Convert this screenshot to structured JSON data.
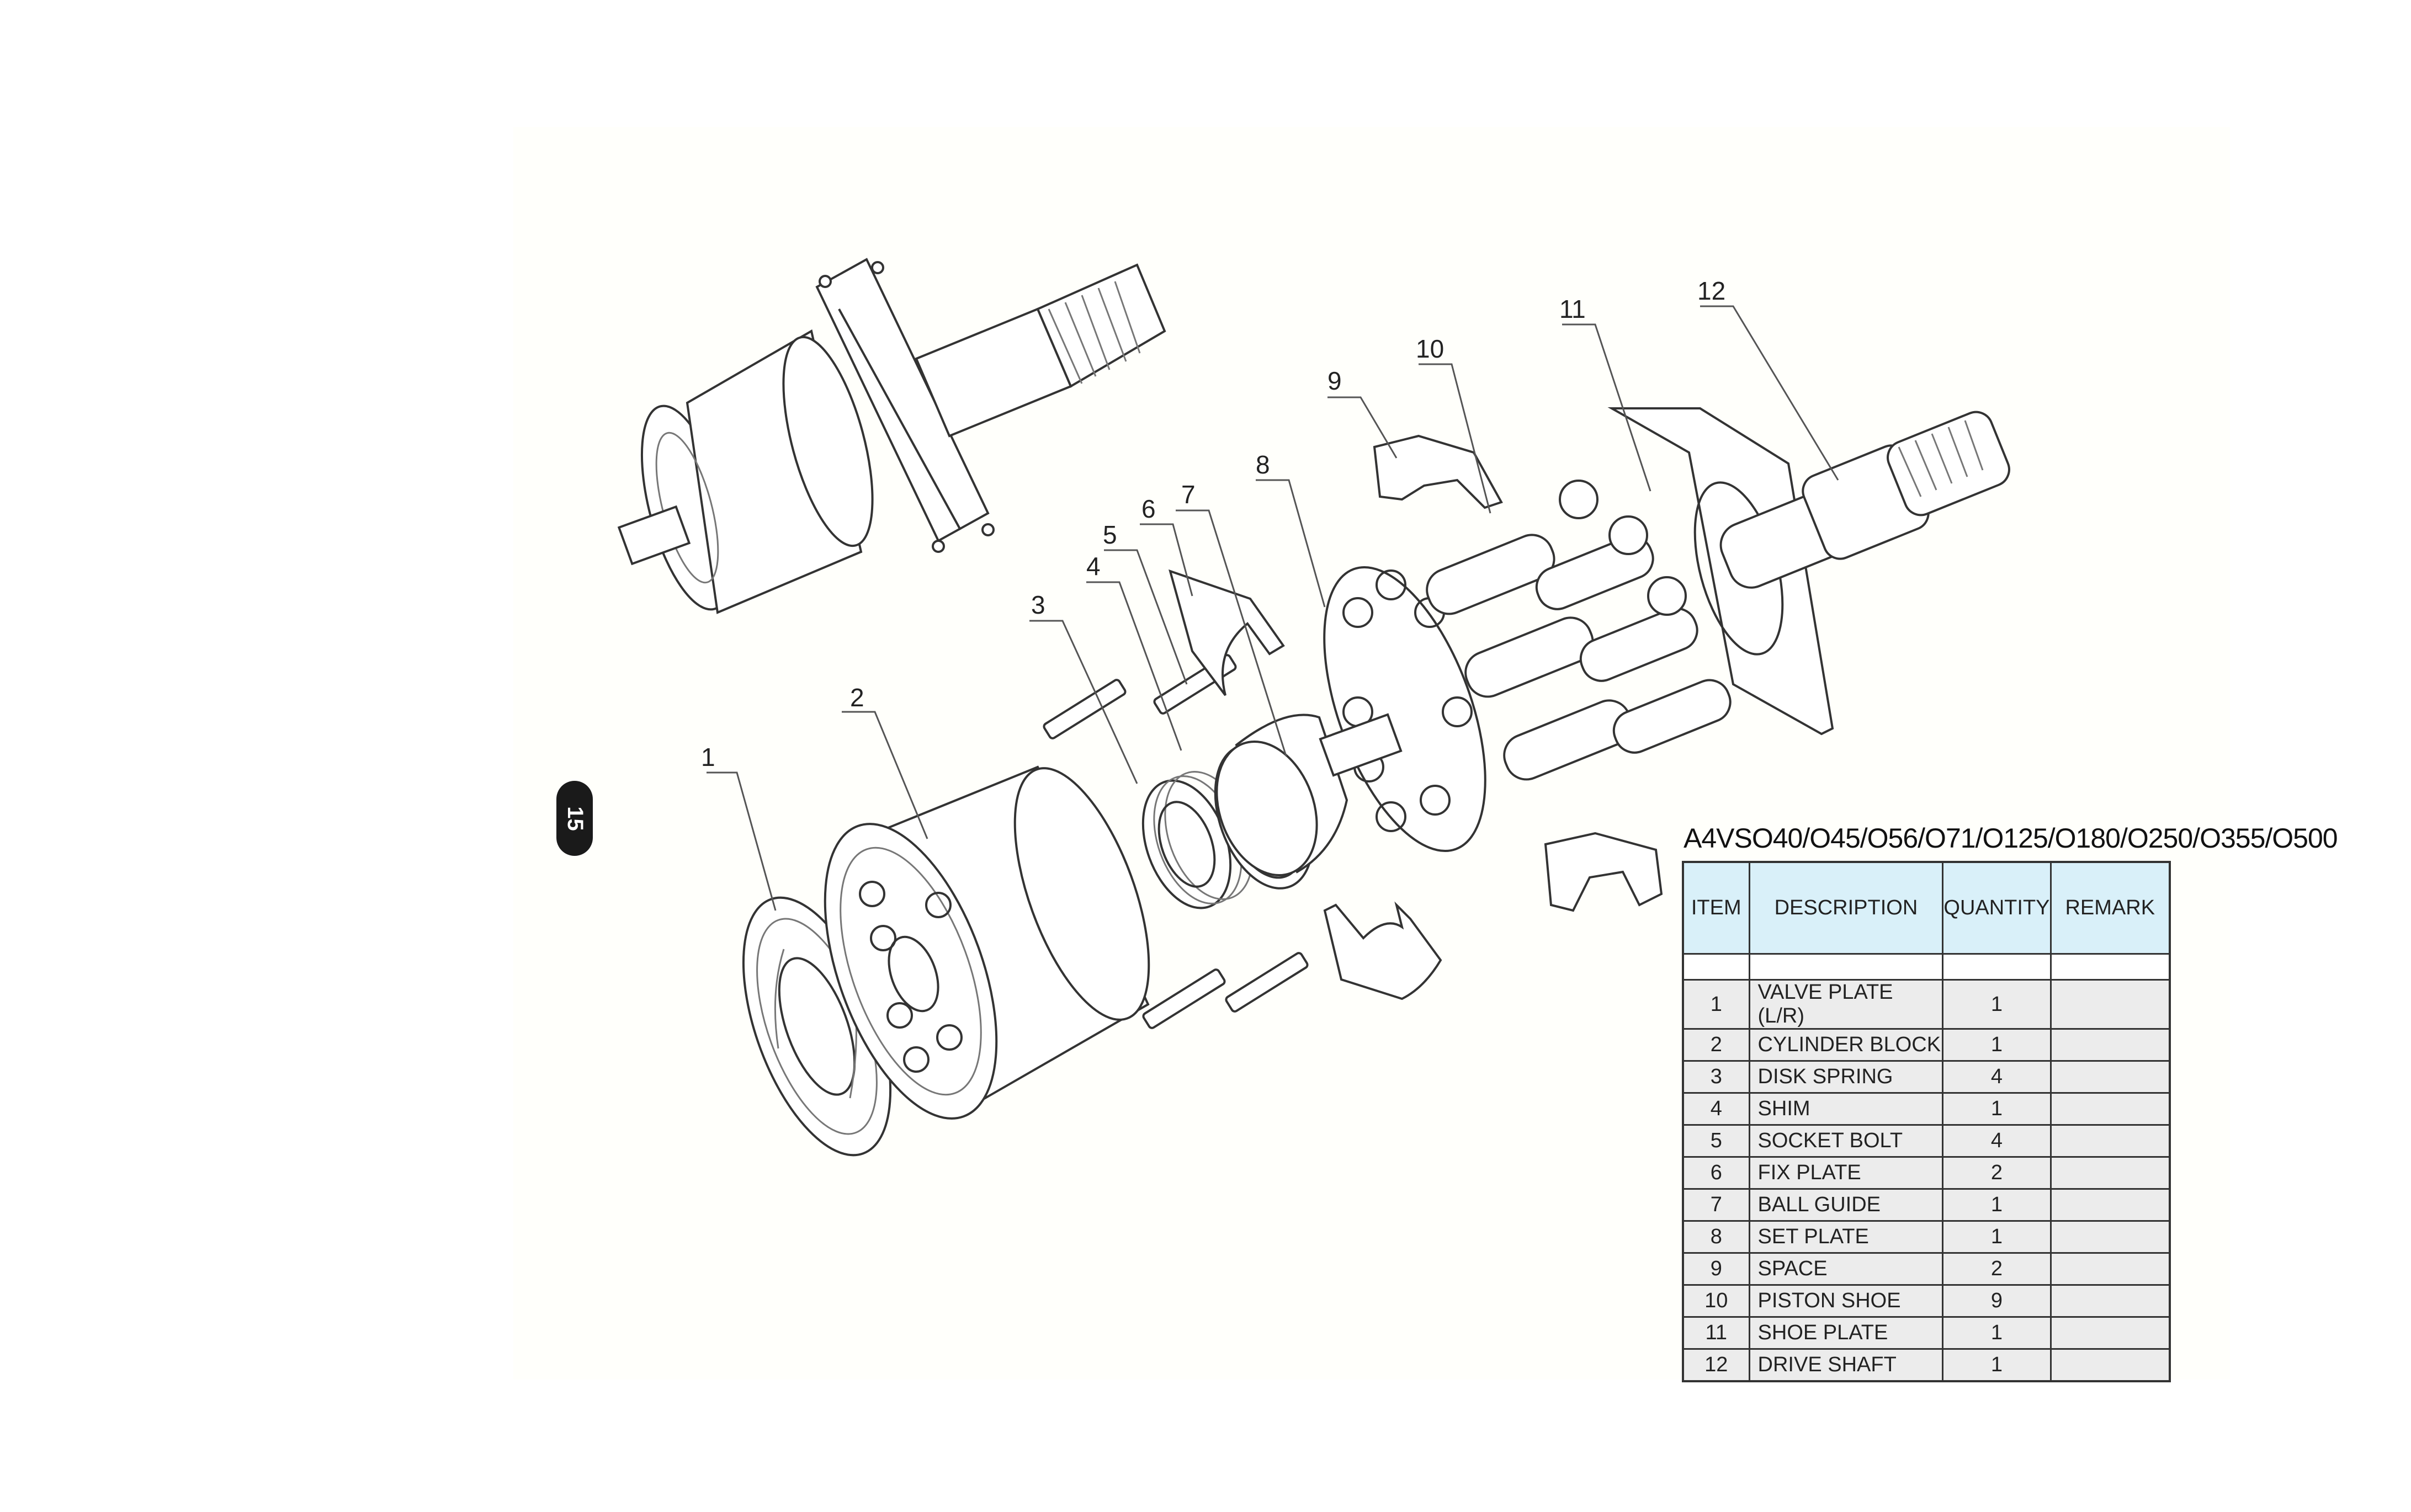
{
  "page": {
    "number": "15"
  },
  "title": "A4VSO40/O45/O56/O71/O125/O180/O250/O355/O500",
  "table": {
    "headers": {
      "item": "ITEM",
      "description": "DESCRIPTION",
      "quantity": "QUANTITY",
      "remark": "REMARK"
    },
    "rows": [
      {
        "item": "1",
        "description": "VALVE PLATE (L/R)",
        "quantity": "1",
        "remark": ""
      },
      {
        "item": "2",
        "description": "CYLINDER BLOCK",
        "quantity": "1",
        "remark": ""
      },
      {
        "item": "3",
        "description": "DISK SPRING",
        "quantity": "4",
        "remark": ""
      },
      {
        "item": "4",
        "description": "SHIM",
        "quantity": "1",
        "remark": ""
      },
      {
        "item": "5",
        "description": "SOCKET BOLT",
        "quantity": "4",
        "remark": ""
      },
      {
        "item": "6",
        "description": "FIX PLATE",
        "quantity": "2",
        "remark": ""
      },
      {
        "item": "7",
        "description": "BALL GUIDE",
        "quantity": "1",
        "remark": ""
      },
      {
        "item": "8",
        "description": "SET PLATE",
        "quantity": "1",
        "remark": ""
      },
      {
        "item": "9",
        "description": "SPACE",
        "quantity": "2",
        "remark": ""
      },
      {
        "item": "10",
        "description": "PISTON SHOE",
        "quantity": "9",
        "remark": ""
      },
      {
        "item": "11",
        "description": "SHOE PLATE",
        "quantity": "1",
        "remark": ""
      },
      {
        "item": "12",
        "description": "DRIVE SHAFT",
        "quantity": "1",
        "remark": ""
      }
    ]
  },
  "callouts": [
    "1",
    "2",
    "3",
    "4",
    "5",
    "6",
    "7",
    "8",
    "9",
    "10",
    "11",
    "12"
  ]
}
